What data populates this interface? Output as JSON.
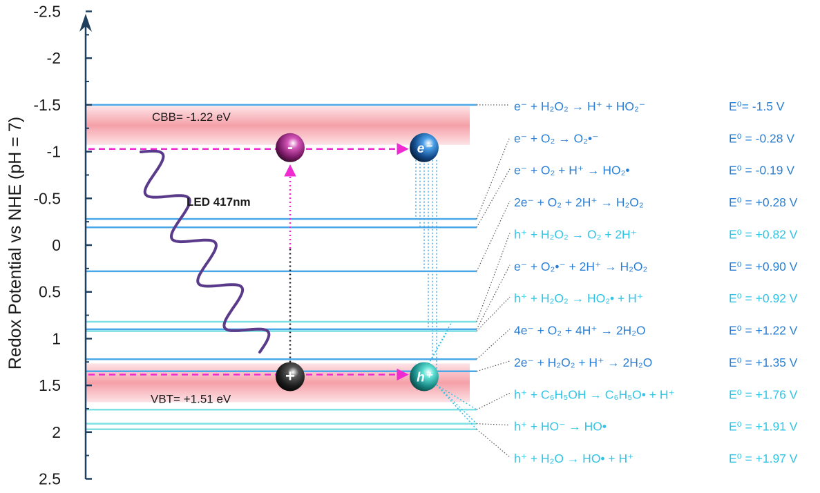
{
  "y_axis": {
    "label": "Redox Potential vs NHE (pH = 7)",
    "ticks": [
      "-2.5",
      "-2",
      "-1.5",
      "-1",
      "-0.5",
      "0",
      "0.5",
      "1",
      "1.5",
      "2",
      "2.5"
    ],
    "tick_values": [
      -2.5,
      -2,
      -1.5,
      -1,
      -0.5,
      0,
      0.5,
      1,
      1.5,
      2,
      2.5
    ],
    "range": [
      -2.5,
      2.5
    ]
  },
  "bands": {
    "cbb_label": "CBB= -1.22 eV",
    "cbb_value": -1.22,
    "vbt_label": "VBT= +1.51 eV",
    "vbt_value": 1.51
  },
  "light": {
    "label": "LED 417nm"
  },
  "carriers": {
    "cb_hole_symbol": "-",
    "vb_symbol": "+",
    "electron_symbol": "e⁻",
    "hole_symbol": "h⁺"
  },
  "reactions": [
    {
      "equation": "e⁻ + H₂O₂ → H⁺ + HO₂⁻",
      "potential": "E⁰= -1.5 V",
      "value": -1.5,
      "kind": "reduction"
    },
    {
      "equation": "e⁻ + O₂ → O₂•⁻",
      "potential": "E⁰ = -0.28 V",
      "value": -0.28,
      "kind": "reduction"
    },
    {
      "equation": "e⁻ + O₂ + H⁺ → HO₂•",
      "potential": "E⁰ = -0.19 V",
      "value": -0.19,
      "kind": "reduction"
    },
    {
      "equation": "2e⁻ + O₂ + 2H⁺ → H₂O₂",
      "potential": "E⁰ = +0.28 V",
      "value": 0.28,
      "kind": "reduction"
    },
    {
      "equation": "h⁺ + H₂O₂ → O₂ + 2H⁺",
      "potential": "E⁰ = +0.82 V",
      "value": 0.82,
      "kind": "oxidation"
    },
    {
      "equation": "e⁻ + O₂•⁻ + 2H⁺ →  H₂O₂",
      "potential": "E⁰ = +0.90 V",
      "value": 0.9,
      "kind": "reduction"
    },
    {
      "equation": "h⁺ + H₂O₂ → HO₂• + H⁺",
      "potential": "E⁰ = +0.92 V",
      "value": 0.92,
      "kind": "oxidation"
    },
    {
      "equation": "4e⁻ + O₂ + 4H⁺ → 2H₂O",
      "potential": "E⁰ = +1.22 V",
      "value": 1.22,
      "kind": "reduction"
    },
    {
      "equation": "2e⁻ + H₂O₂ + H⁺ → 2H₂O",
      "potential": "E⁰ = +1.35 V",
      "value": 1.35,
      "kind": "reduction"
    },
    {
      "equation": "h⁺ + C₆H₅OH → C₆H₅O• + H⁺",
      "potential": "E⁰ = +1.76 V",
      "value": 1.76,
      "kind": "oxidation"
    },
    {
      "equation": "h⁺ + HO⁻ → HO•",
      "potential": "E⁰ = +1.91 V",
      "value": 1.91,
      "kind": "oxidation"
    },
    {
      "equation": "h⁺ + H₂O → HO• + H⁺",
      "potential": "E⁰ = +1.97 V",
      "value": 1.97,
      "kind": "oxidation"
    }
  ],
  "colors": {
    "reduction": "#2a7fd4",
    "oxidation": "#2ec4e6",
    "reduction_line": "#4aa8e8",
    "oxidation_line": "#7fe0e4",
    "axis": "#1f3f5e",
    "band_glow": "#f5a0a8",
    "transfer_arrow": "#ee2ad0",
    "wave": "#5a3a8a"
  }
}
